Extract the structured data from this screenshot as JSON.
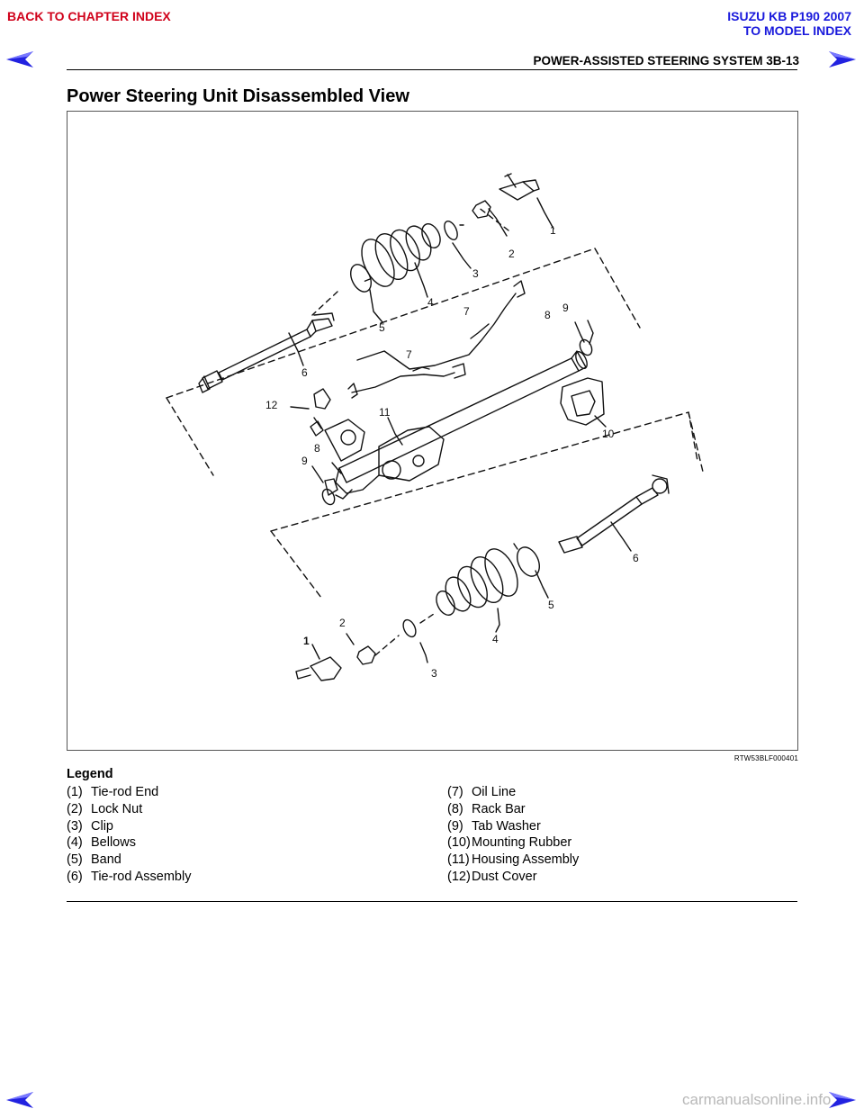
{
  "nav": {
    "back_chapter": "BACK TO CHAPTER INDEX",
    "model_title": "ISUZU KB P190 2007",
    "to_model": "TO MODEL INDEX"
  },
  "header": {
    "section": "POWER-ASSISTED STEERING SYSTEM 3B-13"
  },
  "page": {
    "title": "Power Steering Unit Disassembled View"
  },
  "figure": {
    "code": "RTW53BLF000401",
    "callouts": [
      "1",
      "2",
      "3",
      "4",
      "5",
      "6",
      "7",
      "7",
      "8",
      "9",
      "10",
      "11",
      "12",
      "6",
      "5",
      "4",
      "3",
      "2",
      "1",
      "8",
      "9"
    ]
  },
  "legend": {
    "title": "Legend",
    "left": [
      {
        "num": "(1)",
        "label": "Tie-rod End"
      },
      {
        "num": "(2)",
        "label": "Lock Nut"
      },
      {
        "num": "(3)",
        "label": "Clip"
      },
      {
        "num": "(4)",
        "label": "Bellows"
      },
      {
        "num": "(5)",
        "label": "Band"
      },
      {
        "num": "(6)",
        "label": "Tie-rod Assembly"
      }
    ],
    "right": [
      {
        "num": "(7)",
        "label": "Oil Line"
      },
      {
        "num": "(8)",
        "label": "Rack Bar"
      },
      {
        "num": "(9)",
        "label": "Tab Washer"
      },
      {
        "num": "(10)",
        "label": "Mounting Rubber"
      },
      {
        "num": "(11)",
        "label": "Housing Assembly"
      },
      {
        "num": "(12)",
        "label": "Dust Cover"
      }
    ]
  },
  "footer": {
    "watermark": "carmanualsonline.info"
  },
  "colors": {
    "nav_red": "#d0021b",
    "model_blue": "#1a1adc",
    "arrow_blue": "#2222e0"
  }
}
